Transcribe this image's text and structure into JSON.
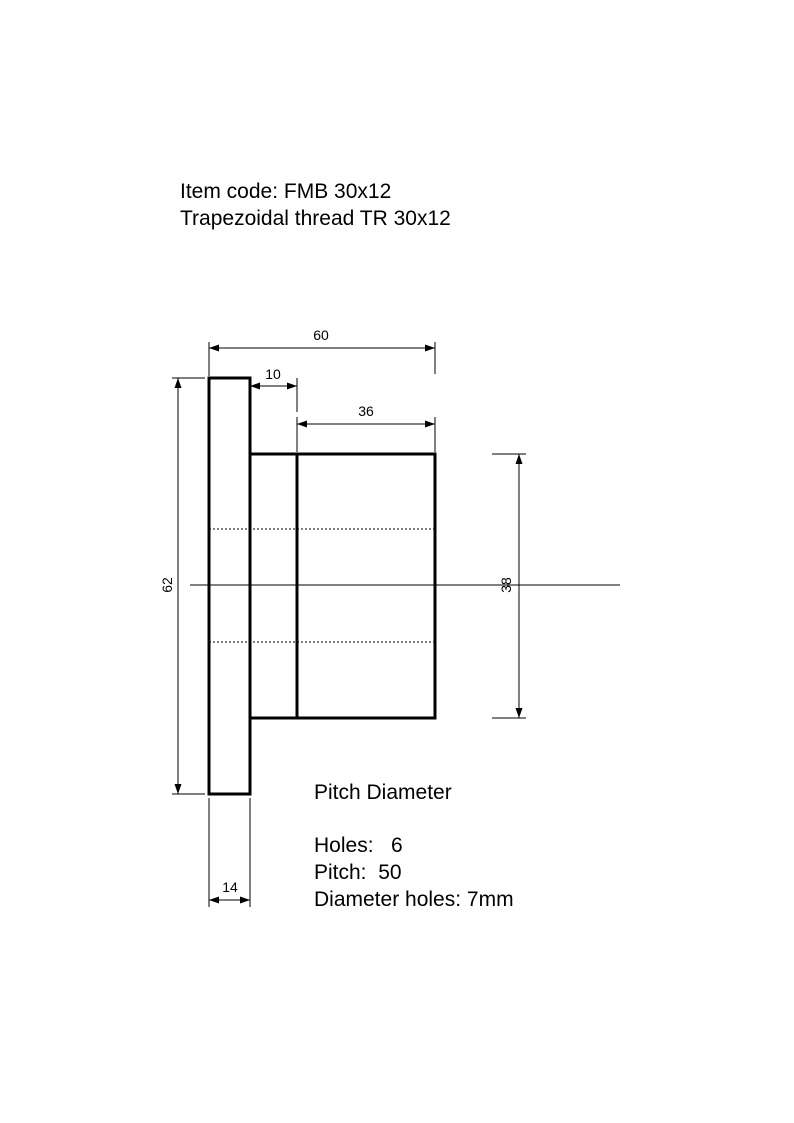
{
  "header": {
    "item_code": "Item code: FMB 30x12",
    "thread": "Trapezoidal thread  TR 30x12"
  },
  "dimensions": {
    "total_length": "60",
    "neck_length": "10",
    "body_length": "36",
    "flange_diameter": "62",
    "body_diameter": "38",
    "flange_thickness": "14"
  },
  "notes": {
    "title": "Pitch Diameter",
    "holes": "Holes:   6",
    "pitch": "Pitch:  50",
    "hole_diameter": "Diameter holes: 7mm"
  }
}
